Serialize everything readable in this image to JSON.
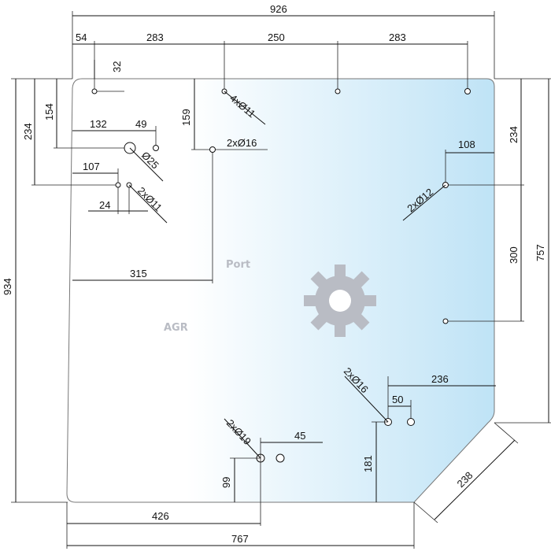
{
  "watermark": {
    "line1": "Port",
    "line2": "AGR"
  },
  "colors": {
    "glass_light": "#ffffff",
    "glass_tint": "#bfe3f6",
    "watermark": "#b9bcc4"
  },
  "dims": {
    "d926": "926",
    "d54": "54",
    "d283a": "283",
    "d250": "250",
    "d283b": "283",
    "d32": "32",
    "d154": "154",
    "d234l": "234",
    "d934": "934",
    "d159": "159",
    "d132": "132",
    "d49": "49",
    "d107": "107",
    "d24": "24",
    "d315": "315",
    "d234r": "234",
    "d757": "757",
    "d108": "108",
    "d300": "300",
    "d236": "236",
    "d50": "50",
    "d45": "45",
    "d99": "99",
    "d181": "181",
    "d426": "426",
    "d767": "767",
    "d238": "238"
  },
  "callouts": {
    "c4x11": "4xØ11",
    "c2x16a": "2xØ16",
    "c25": "Ø25",
    "c2x11": "2xØ11",
    "c2x12": "2xØ12",
    "c2x16b": "2xØ16",
    "c2x19": "2xØ19"
  }
}
